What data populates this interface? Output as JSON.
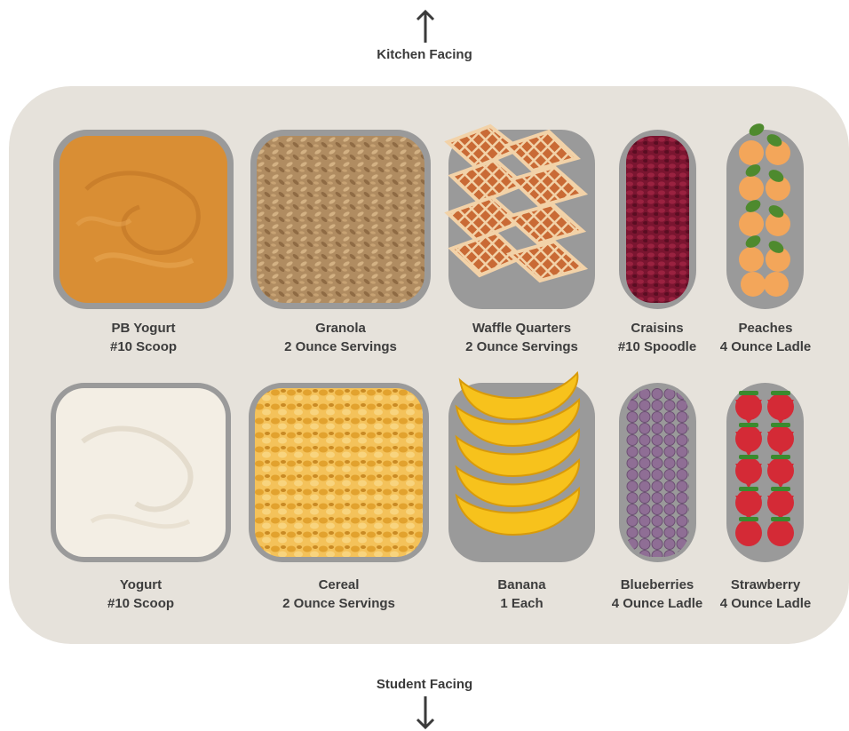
{
  "orientation": {
    "top_label": "Kitchen Facing",
    "bottom_label": "Student Facing"
  },
  "top_row": [
    {
      "name": "PB Yogurt",
      "serving": "#10 Scoop"
    },
    {
      "name": "Granola",
      "serving": "2 Ounce Servings"
    },
    {
      "name": "Waffle Quarters",
      "serving": "2 Ounce Servings"
    },
    {
      "name": "Craisins",
      "serving": "#10 Spoodle"
    },
    {
      "name": "Peaches",
      "serving": "4 Ounce Ladle"
    }
  ],
  "bottom_row": [
    {
      "name": "Yogurt",
      "serving": "#10 Scoop"
    },
    {
      "name": "Cereal",
      "serving": "2 Ounce Servings"
    },
    {
      "name": "Banana",
      "serving": "1 Each"
    },
    {
      "name": "Blueberries",
      "serving": "4 Ounce Ladle"
    },
    {
      "name": "Strawberry",
      "serving": "4 Ounce Ladle"
    }
  ],
  "colors": {
    "board": "#e6e2db",
    "pan": "#9a9a9a",
    "pb_yogurt": "#d98e34",
    "granola": "#b08c61",
    "waffle": "#c96a35",
    "craisins": "#7a1530",
    "peach": "#f3a65a",
    "yogurt": "#f3eee4",
    "cereal": "#f0b640",
    "banana": "#f7c21c",
    "blueberry": "#8f6e95",
    "strawberry": "#d42a36"
  }
}
